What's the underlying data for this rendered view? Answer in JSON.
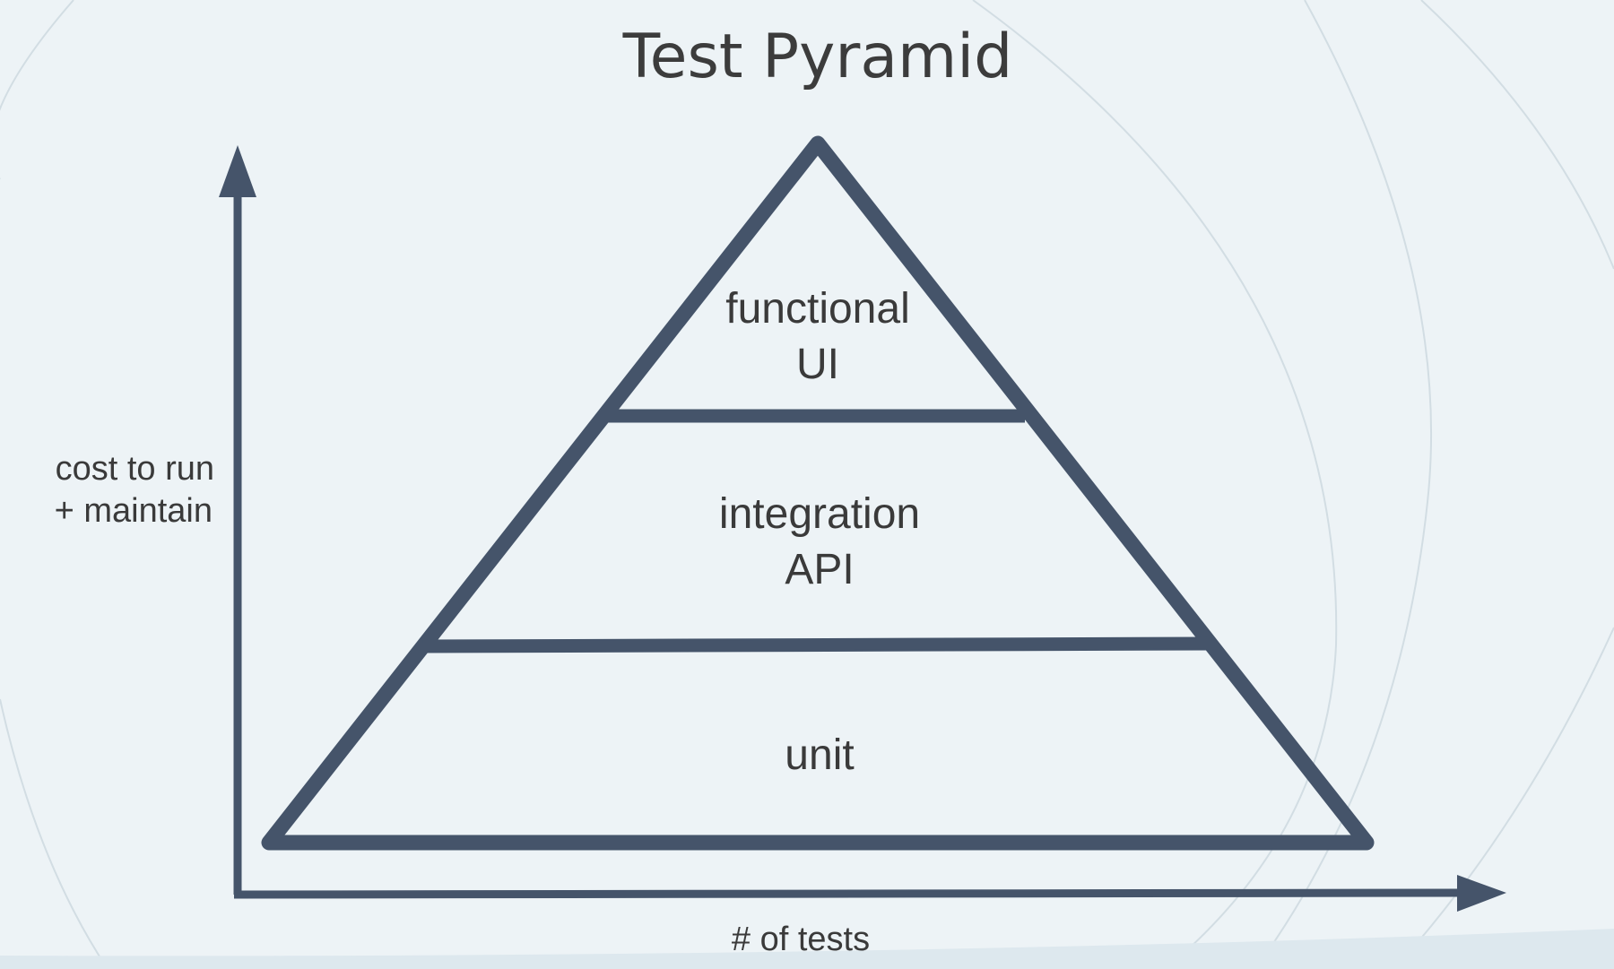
{
  "slide": {
    "title": "Test Pyramid",
    "colors": {
      "background": "#edf3f6",
      "stroke": "#45546a",
      "text": "#3a3a3a",
      "decor_arcs": "#d2dde3"
    }
  },
  "pyramid": {
    "tiers": [
      {
        "line1": "functional",
        "line2": "UI"
      },
      {
        "line1": "integration",
        "line2": "API"
      },
      {
        "line1": "unit"
      }
    ]
  },
  "axes": {
    "y_label_line1": "cost to run",
    "y_label_line2": "+ maintain",
    "x_label": "# of tests"
  }
}
